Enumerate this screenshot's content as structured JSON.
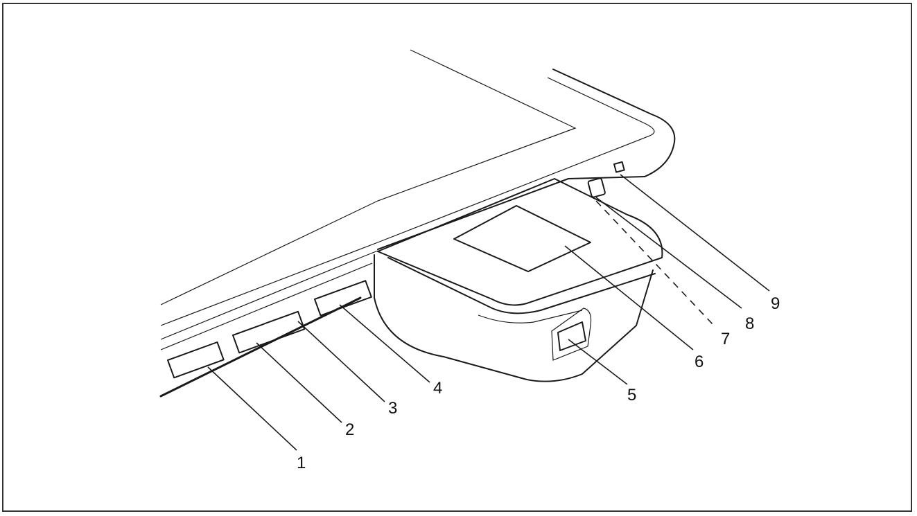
{
  "callouts": [
    {
      "id": "1",
      "label": "1"
    },
    {
      "id": "2",
      "label": "2"
    },
    {
      "id": "3",
      "label": "3"
    },
    {
      "id": "4",
      "label": "4"
    },
    {
      "id": "5",
      "label": "5"
    },
    {
      "id": "6",
      "label": "6"
    },
    {
      "id": "7",
      "label": "7"
    },
    {
      "id": "8",
      "label": "8"
    },
    {
      "id": "9",
      "label": "9"
    }
  ],
  "colors": {
    "stroke": "#1a1a1a",
    "frame": "#333333",
    "background": "#ffffff"
  }
}
